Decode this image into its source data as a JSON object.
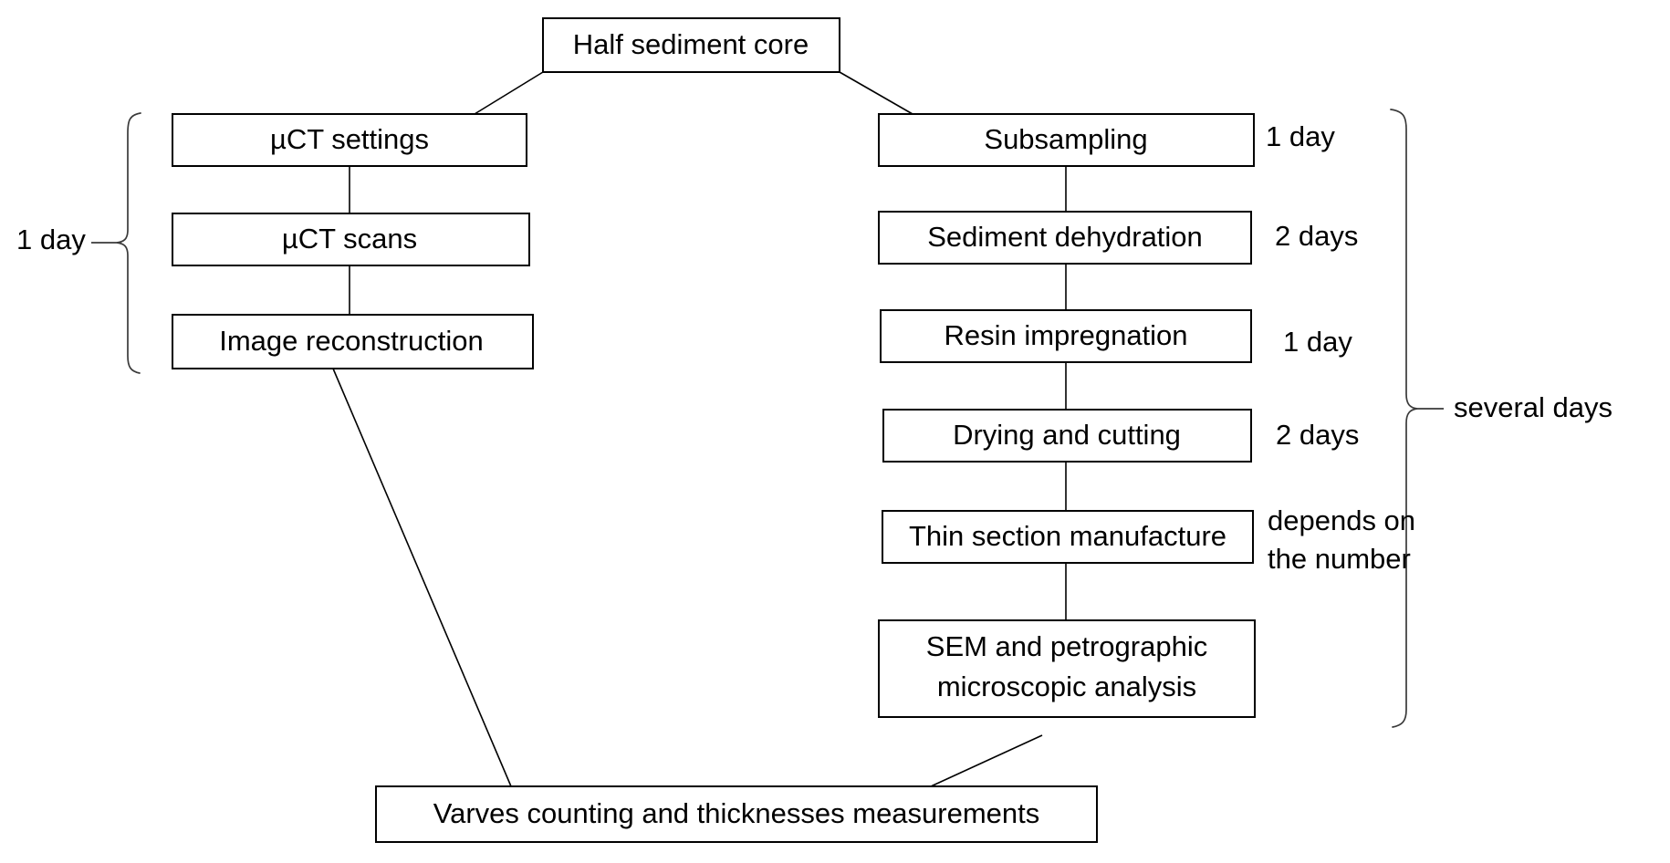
{
  "diagram": {
    "title": "Sediment core analysis workflow",
    "background_color": "#ffffff",
    "line_color": "#000000",
    "brace_color": "#3a3a3a",
    "root": {
      "id": "half-sediment-core",
      "label": "Half sediment core"
    },
    "left_branch": {
      "bracket_label": "1 day",
      "steps": [
        {
          "id": "uct-settings",
          "label": "µCT settings"
        },
        {
          "id": "uct-scans",
          "label": "µCT scans"
        },
        {
          "id": "image-reconstruction",
          "label": "Image reconstruction"
        }
      ]
    },
    "right_branch": {
      "bracket_label": "several days",
      "steps": [
        {
          "id": "subsampling",
          "label": "Subsampling",
          "duration": "1 day"
        },
        {
          "id": "sediment-dehydration",
          "label": "Sediment dehydration",
          "duration": "2 days"
        },
        {
          "id": "resin-impregnation",
          "label": "Resin impregnation",
          "duration": "1 day"
        },
        {
          "id": "drying-and-cutting",
          "label": "Drying and cutting",
          "duration": "2 days"
        },
        {
          "id": "thin-section-manufacture",
          "label": "Thin section manufacture",
          "duration_line1": "depends on",
          "duration_line2": "the number"
        },
        {
          "id": "sem-petrographic-analysis",
          "label_line1": "SEM and petrographic",
          "label_line2": "microscopic analysis",
          "duration": ""
        }
      ]
    },
    "footer": {
      "id": "varves-counting",
      "label": "Varves counting and thicknesses measurements"
    }
  }
}
